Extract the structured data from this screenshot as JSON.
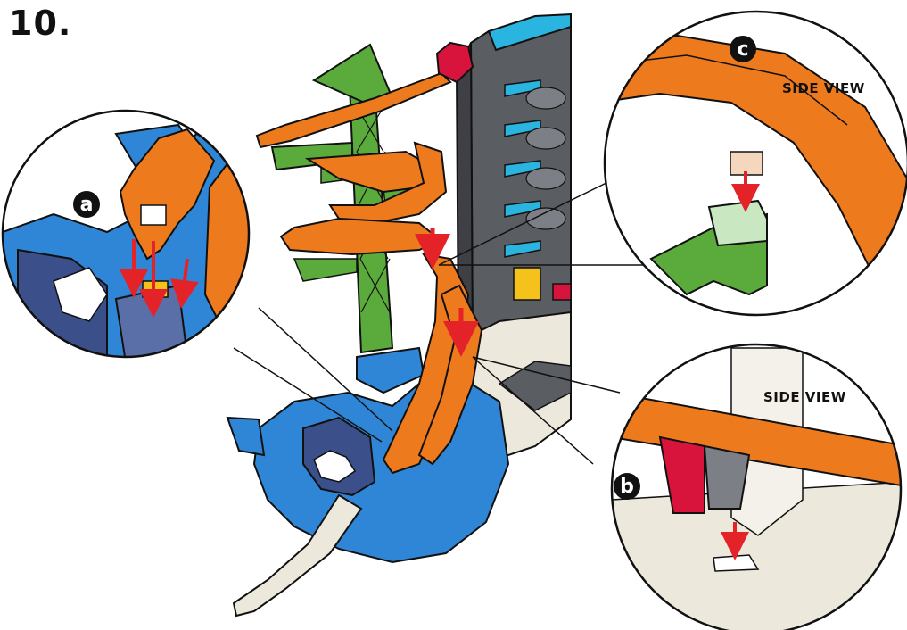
{
  "step": {
    "number": "10."
  },
  "callouts": {
    "a": {
      "label": "a"
    },
    "b": {
      "label": "b",
      "view_label": "SIDE VIEW"
    },
    "c": {
      "label": "c",
      "view_label": "SIDE VIEW"
    }
  },
  "colors": {
    "track_orange": "#ee7a1e",
    "tower_green": "#5aaa3c",
    "rock_blue": "#2f86d6",
    "connector_red": "#d8143c",
    "cyan_rail": "#2ab4e0",
    "cream_track": "#ece8dc",
    "arrow_red": "#e42328",
    "outline": "#111111"
  },
  "icons": [
    "down-arrow-icon",
    "callout-circle-icon"
  ]
}
